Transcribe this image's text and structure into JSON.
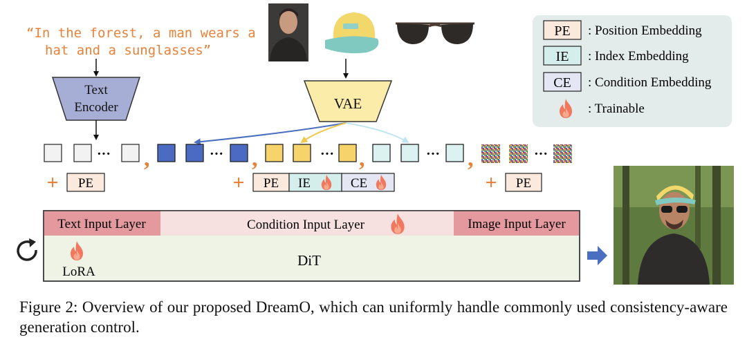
{
  "prompt": {
    "line1": "“In the forest, a man wears a",
    "line2": "hat and a sunglasses”"
  },
  "text_encoder": {
    "line1": "Text",
    "line2": "Encoder"
  },
  "vae": {
    "label": "VAE"
  },
  "legend": [
    {
      "abbr": "PE",
      "desc": ": Position Embedding",
      "color": "#fbe9de"
    },
    {
      "abbr": "IE",
      "desc": ": Index Embedding",
      "color": "#d4eeec"
    },
    {
      "abbr": "CE",
      "desc": ": Condition Embedding",
      "color": "#e4e6f4"
    },
    {
      "icon": "flame-icon",
      "desc": ": Trainable"
    }
  ],
  "tokens": {
    "ellipsis": "···",
    "comma": ",",
    "text_color": "#f2f2f2",
    "condition_color_1": "#4b6bc2",
    "condition_color_2": "#f7d46b",
    "condition_color_3": "#dbf2f1"
  },
  "embeddings": {
    "plus": "+",
    "pe": "PE",
    "ie": "IE",
    "ce": "CE"
  },
  "layers": {
    "text_input": "Text Input Layer",
    "condition_input": "Condition Input Layer",
    "image_input": "Image Input Layer",
    "dit": "DiT",
    "lora": "LoRA"
  },
  "caption": "Figure 2:  Overview of our proposed DreamO, which can uniformly handle commonly used consistency-aware generation control."
}
